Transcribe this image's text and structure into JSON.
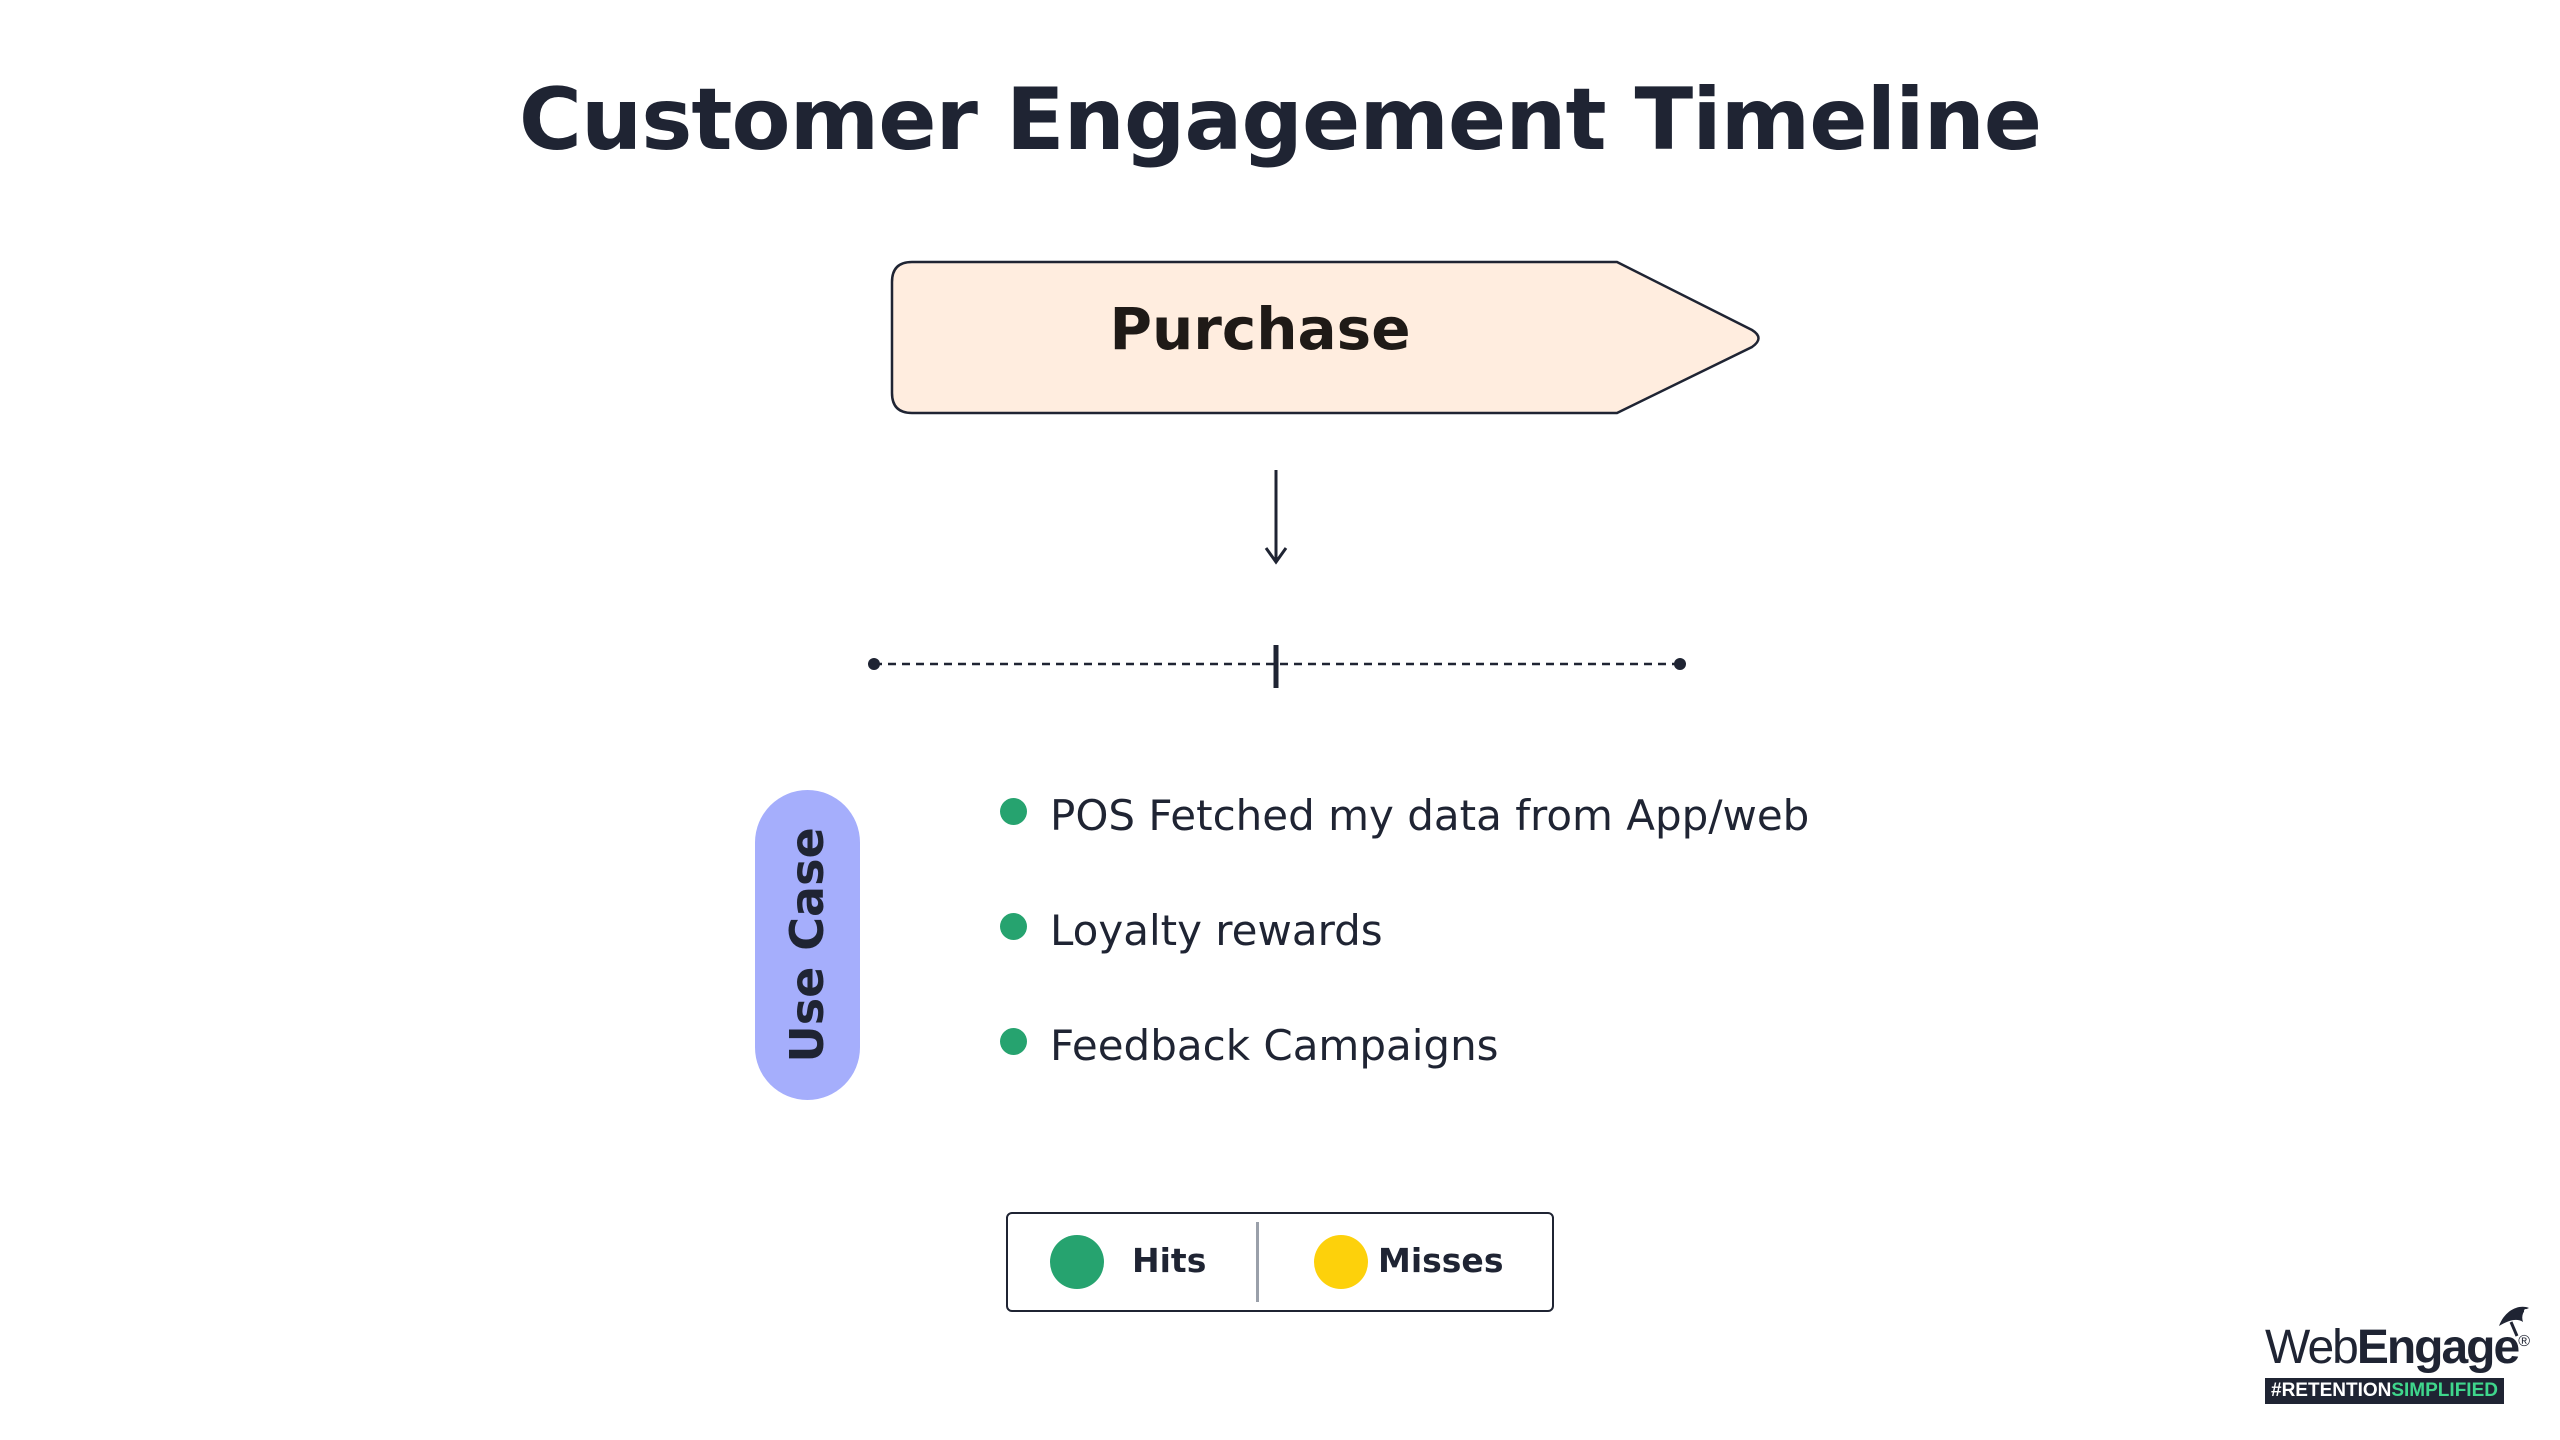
{
  "title": "Customer Engagement Timeline",
  "stage": {
    "label": "Purchase",
    "fill_color": "#ffeddf"
  },
  "use_case": {
    "label": "Use Case",
    "pill_color": "#a5aefc",
    "items": [
      {
        "text": "POS Fetched my data from App/web",
        "status": "hit"
      },
      {
        "text": "Loyalty rewards",
        "status": "hit"
      },
      {
        "text": "Feedback Campaigns",
        "status": "hit"
      }
    ]
  },
  "legend": {
    "hits": {
      "label": "Hits",
      "color": "#26a36f"
    },
    "misses": {
      "label": "Misses",
      "color": "#fdd10b"
    }
  },
  "logo": {
    "name_light": "Web",
    "name_heavy": "Engage",
    "tagline_part1": "#RETENTION",
    "tagline_part2": "SIMPLIFIED",
    "registered": "®"
  }
}
